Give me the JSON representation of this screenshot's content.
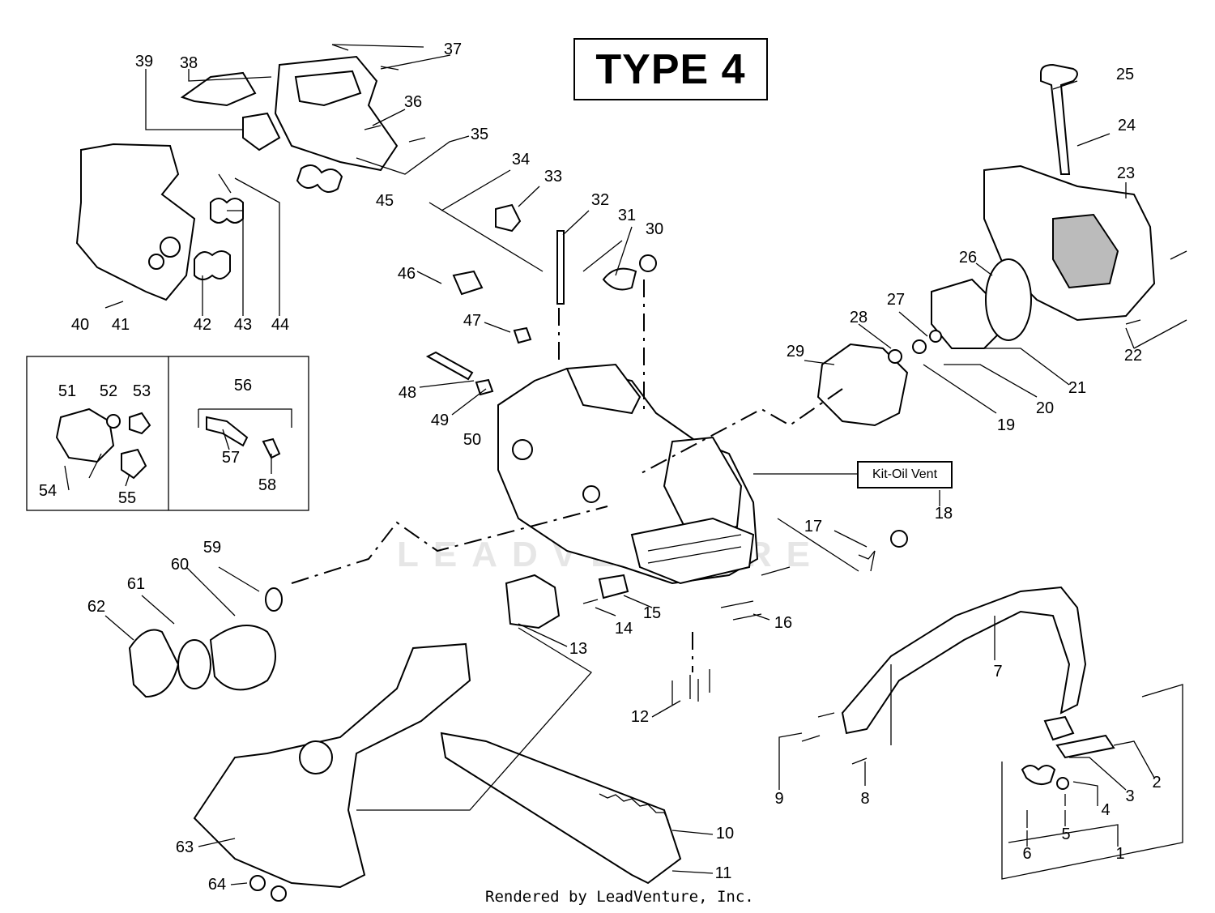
{
  "diagram": {
    "title": "TYPE 4",
    "kit_label": "Kit-Oil Vent",
    "watermark": "LEADVENTURE",
    "footer": "Rendered by LeadVenture, Inc.",
    "callouts": [
      "1",
      "2",
      "3",
      "4",
      "5",
      "6",
      "7",
      "8",
      "9",
      "10",
      "11",
      "12",
      "13",
      "14",
      "15",
      "16",
      "17",
      "18",
      "19",
      "20",
      "21",
      "22",
      "23",
      "24",
      "25",
      "26",
      "27",
      "28",
      "29",
      "30",
      "31",
      "32",
      "33",
      "34",
      "35",
      "36",
      "37",
      "38",
      "39",
      "40",
      "41",
      "42",
      "43",
      "44",
      "45",
      "46",
      "47",
      "48",
      "49",
      "50",
      "51",
      "52",
      "53",
      "54",
      "55",
      "56",
      "57",
      "58",
      "59",
      "60",
      "61",
      "62",
      "63",
      "64"
    ]
  }
}
